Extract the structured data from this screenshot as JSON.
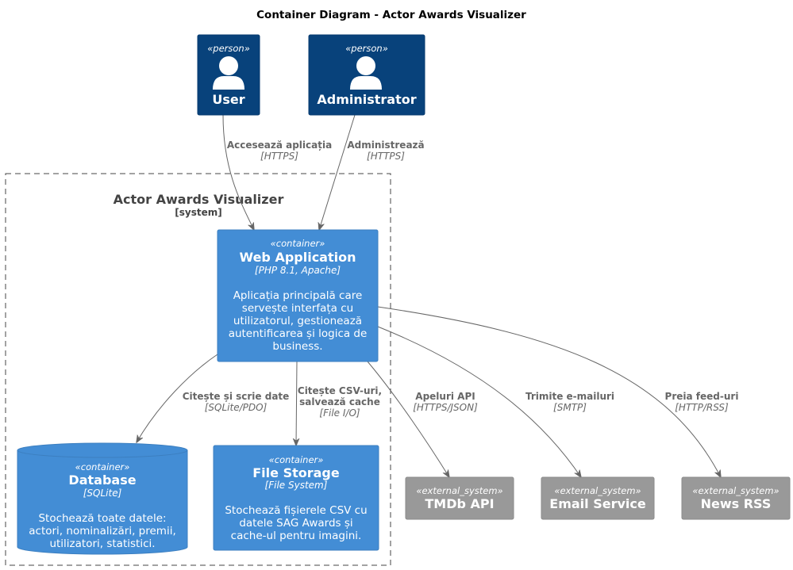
{
  "title": "Container Diagram - Actor Awards Visualizer",
  "colors": {
    "person": "#08427B",
    "container": "#438DD5",
    "external": "#999999",
    "edge": "#666666"
  },
  "system_boundary": {
    "name": "Actor Awards Visualizer",
    "type": "[system]"
  },
  "nodes": {
    "user": {
      "stereotype": "«person»",
      "name": "User",
      "icon": "person-icon"
    },
    "admin": {
      "stereotype": "«person»",
      "name": "Administrator",
      "icon": "person-icon"
    },
    "webapp": {
      "stereotype": "«container»",
      "name": "Web Application",
      "tech": "[PHP 8.1, Apache]",
      "desc": [
        "Aplicația principală care",
        "servește interfața cu",
        "utilizatorul, gestionează",
        "autentificarea și logica de",
        "business."
      ]
    },
    "database": {
      "stereotype": "«container»",
      "name": "Database",
      "tech": "[SQLite]",
      "desc": [
        "Stochează toate datele:",
        "actori, nominalizări, premii,",
        "utilizatori, statistici."
      ]
    },
    "filestorage": {
      "stereotype": "«container»",
      "name": "File Storage",
      "tech": "[File System]",
      "desc": [
        "Stochează fișierele CSV cu",
        "datele SAG Awards și",
        "cache-ul pentru imagini."
      ]
    },
    "tmdb": {
      "stereotype": "«external_system»",
      "name": "TMDb API"
    },
    "email": {
      "stereotype": "«external_system»",
      "name": "Email Service"
    },
    "news": {
      "stereotype": "«external_system»",
      "name": "News RSS"
    }
  },
  "relations": {
    "user_web": {
      "label": "Accesează aplicația",
      "tech": "[HTTPS]"
    },
    "admin_web": {
      "label": "Administrează",
      "tech": "[HTTPS]"
    },
    "web_db": {
      "label": "Citește și scrie date",
      "tech": "[SQLite/PDO]"
    },
    "web_fs": {
      "label": [
        "Citește CSV-uri,",
        "salvează cache"
      ],
      "tech": "[File I/O]"
    },
    "web_tmdb": {
      "label": "Apeluri API",
      "tech": "[HTTPS/JSON]"
    },
    "web_email": {
      "label": "Trimite e-mailuri",
      "tech": "[SMTP]"
    },
    "web_news": {
      "label": "Preia feed-uri",
      "tech": "[HTTP/RSS]"
    }
  }
}
